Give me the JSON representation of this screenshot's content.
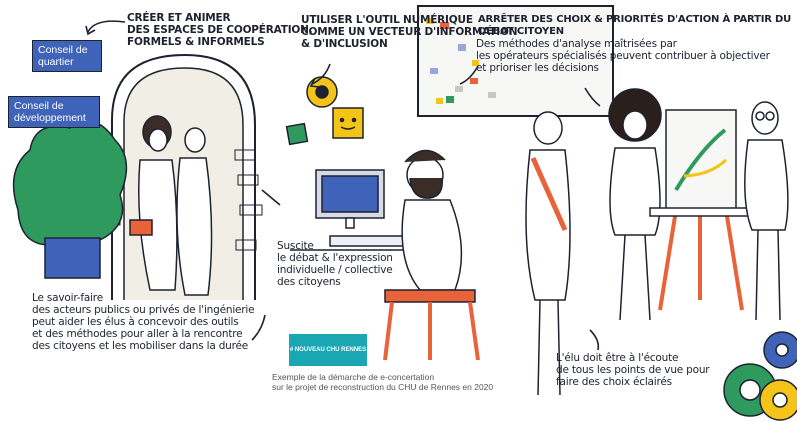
{
  "labels": {
    "conseil_quartier": "Conseil de quartier",
    "conseil_developpement": "Conseil de développement"
  },
  "headings": {
    "creer_animer": [
      "CRÉER ET ANIMER",
      "DES ESPACES DE COOPÉRATION,",
      "FORMELS & INFORMELS"
    ],
    "utiliser_outil": [
      "UTILISER L'OUTIL NUMÉRIQUE",
      "COMME UN VECTEUR D'INFORMATION",
      "& D'INCLUSION"
    ],
    "arreter_choix": "ARRÊTER DES CHOIX & PRIORITÉS D'ACTION À PARTIR DU DÉBAT CITOYEN"
  },
  "texts": {
    "methodes": [
      "Des méthodes d'analyse maîtrisées par",
      "les opérateurs spécialisés peuvent contribuer à objectiver",
      "et prioriser les décisions"
    ],
    "suscite": [
      "Suscite",
      "le débat & l'expression",
      "individuelle / collective",
      "des citoyens"
    ],
    "savoir_faire": [
      "Le savoir-faire",
      "des acteurs publics ou privés de l'ingénierie",
      "peut aider les élus à concevoir des outils",
      "et des méthodes pour aller à la rencontre",
      "des citoyens et les mobiliser dans la durée"
    ],
    "elu": [
      "L'élu doit être à l'écoute",
      "de tous les points de vue pour",
      "faire des choix éclairés"
    ],
    "exemple": [
      "Exemple de la démarche de e-concertation",
      "sur le projet de reconstruction du CHU de Rennes en 2020"
    ],
    "chu_logo": "# NOUVEAU CHU RENNES"
  },
  "colors": {
    "blue_tag": "#3f63b8",
    "orange": "#e8623a",
    "teal": "#1aa6b3",
    "green": "#2f9a5e",
    "yellow": "#f4c418",
    "dark": "#1e2230"
  },
  "icons": [
    "arrow-icon",
    "gear-icon",
    "computer-icon",
    "flower-icon",
    "smiley-icon",
    "easel-icon",
    "chair-icon"
  ]
}
